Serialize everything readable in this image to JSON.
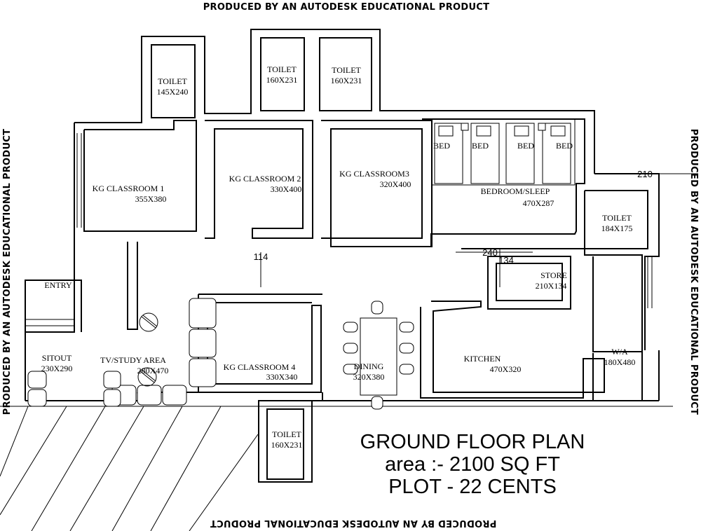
{
  "watermark": "PRODUCED BY AN AUTODESK EDUCATIONAL PRODUCT",
  "rooms": {
    "toilet_1": {
      "name": "TOILET",
      "size": "145X240"
    },
    "toilet_2": {
      "name": "TOILET",
      "size": "160X231"
    },
    "toilet_3": {
      "name": "TOILET",
      "size": "160X231"
    },
    "classroom_1": {
      "name": "KG CLASSROOM 1",
      "size": "355X380"
    },
    "classroom_2": {
      "name": "KG CLASSROOM 2",
      "size": "330X400"
    },
    "classroom_3": {
      "name": "KG CLASSROOM3",
      "size": "320X400"
    },
    "bedroom": {
      "name": "BEDROOM/SLEEP",
      "size": "470X287"
    },
    "bed_label": "BED",
    "toilet_4": {
      "name": "TOILET",
      "size": "184X175"
    },
    "entry": {
      "name": "ENTRY"
    },
    "store": {
      "name": "STORE",
      "size": "210X134"
    },
    "tv_study": {
      "name": "TV/STUDY AREA",
      "size": "280X470"
    },
    "classroom_4": {
      "name": "KG CLASSROOM 4",
      "size": "330X340"
    },
    "dining": {
      "name": "DINING",
      "size": "320X380"
    },
    "kitchen": {
      "name": "KITCHEN",
      "size": "470X320"
    },
    "wa": {
      "name": "W/A",
      "size": "180X480"
    },
    "sitout": {
      "name": "SITOUT",
      "size": "230X290"
    },
    "toilet_5": {
      "name": "TOILET",
      "size": "160X231"
    }
  },
  "dimensions": {
    "d210": "210",
    "d114": "114",
    "d240": "240",
    "d134": "134"
  },
  "title": {
    "line1": "GROUND FLOOR PLAN",
    "line2": "area :- 2100 SQ FT",
    "line3": "PLOT - 22 CENTS"
  }
}
